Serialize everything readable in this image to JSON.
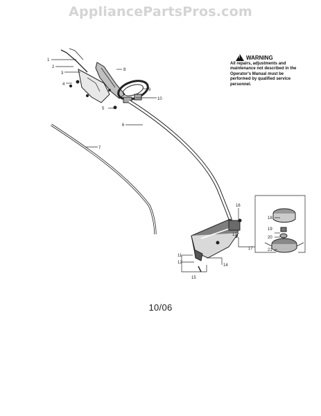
{
  "watermark": "AppliancePartsPros.com",
  "warning": {
    "title": "WARNING",
    "text": "All repairs, adjustments and maintenance not described in the Operator's Manual must be performed by qualified service personnel."
  },
  "date_code": "10/06",
  "callouts": [
    "1",
    "2",
    "3",
    "4",
    "5",
    "6",
    "7",
    "8",
    "9",
    "10",
    "11",
    "12",
    "13",
    "14",
    "15",
    "16",
    "17",
    "18",
    "19",
    "20",
    "21"
  ],
  "icons": {
    "warning": "warning-triangle-icon"
  }
}
